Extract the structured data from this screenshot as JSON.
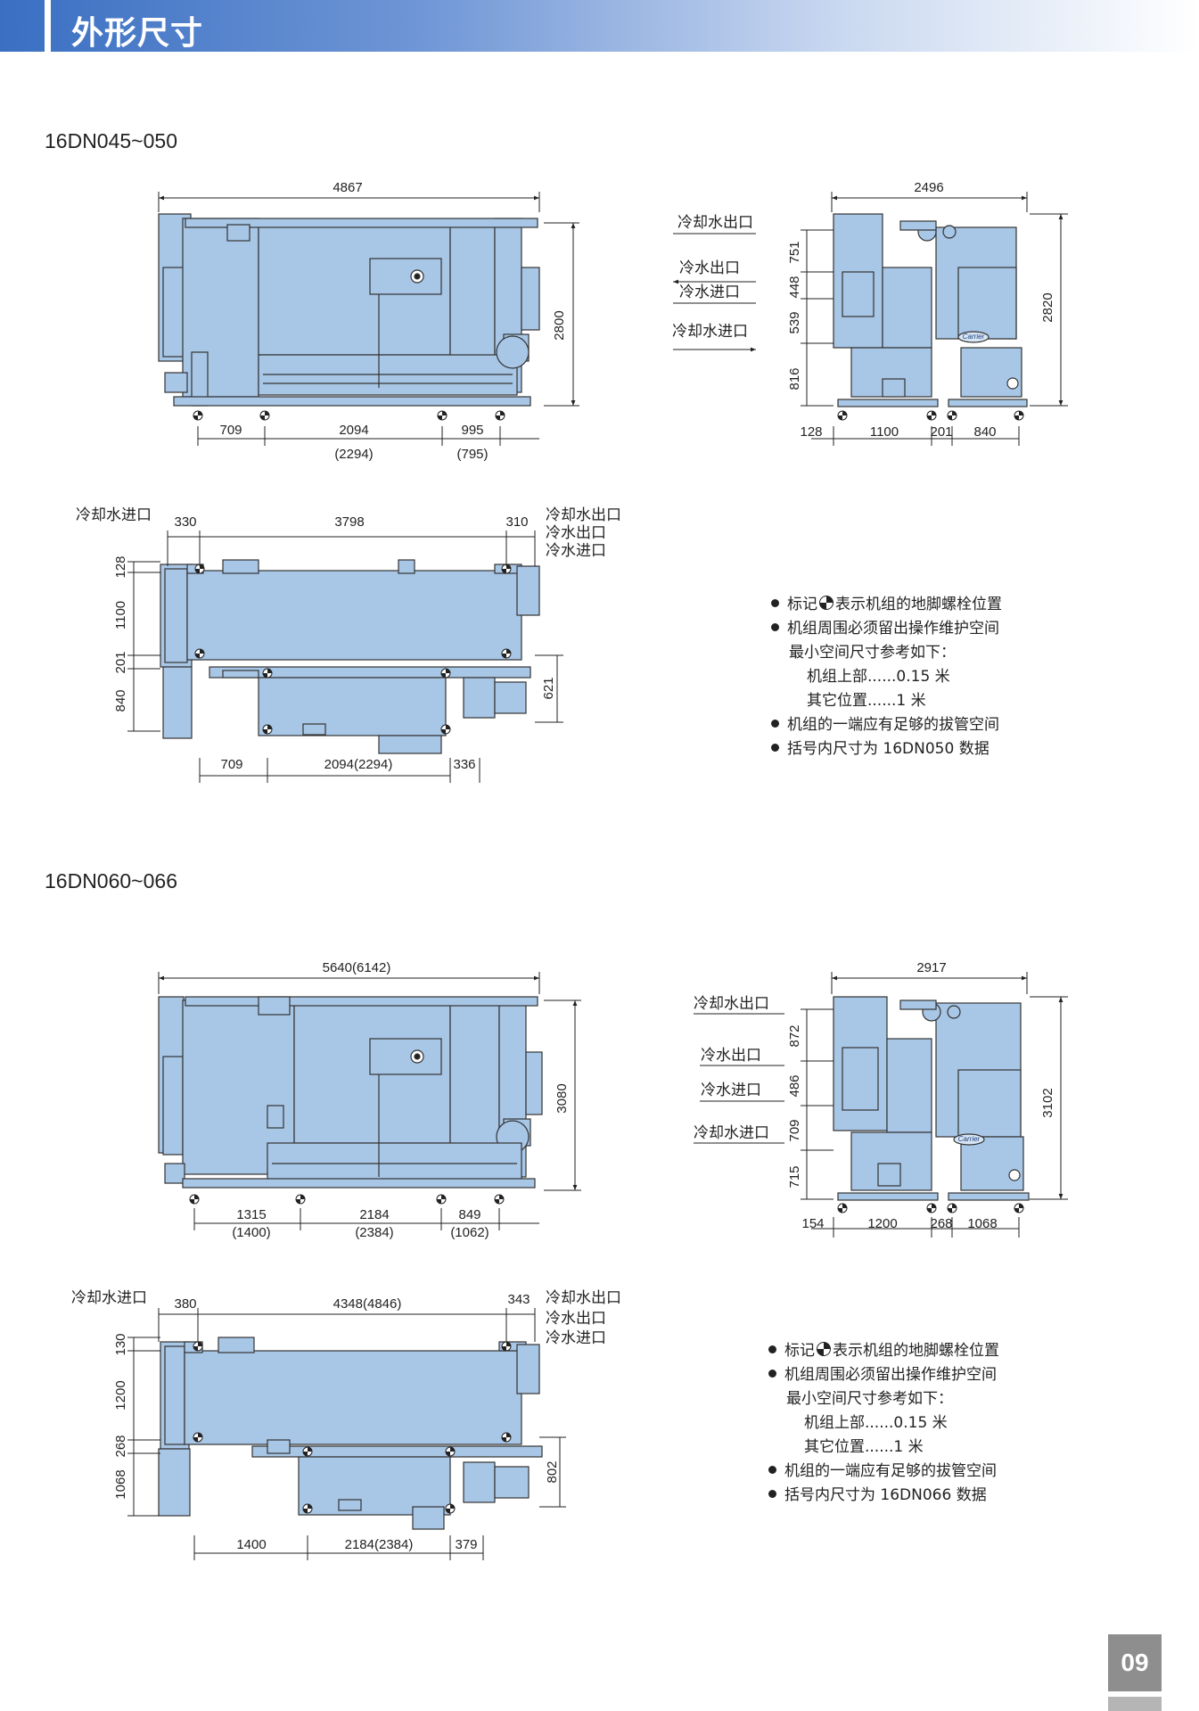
{
  "header": {
    "title": "外形尺寸"
  },
  "sections": [
    {
      "model": "16DN045~050",
      "front_view": {
        "length": "4867",
        "height": "2800",
        "bottom": [
          "709",
          "2094",
          "995"
        ],
        "bottom_alt": [
          "(2294)",
          "(795)"
        ]
      },
      "side_view": {
        "width": "2496",
        "height": "2820",
        "vertical": [
          "751",
          "448",
          "539",
          "816"
        ],
        "bottom": [
          "128",
          "1100",
          "201",
          "840"
        ],
        "pipe_labels": [
          "冷却水出口",
          "冷水出口",
          "冷水进口",
          "冷却水进口"
        ]
      },
      "top_view": {
        "left_label": "冷却水进口",
        "right_labels": [
          "冷却水出口",
          "冷水出口",
          "冷水进口"
        ],
        "top": [
          "330",
          "3798",
          "310"
        ],
        "left_vertical": [
          "128",
          "1100",
          "201",
          "840"
        ],
        "right_vertical": "621",
        "bottom": [
          "709",
          "2094(2294)",
          "336"
        ]
      },
      "notes": {
        "line1_prefix": "标记",
        "line1_suffix": "表示机组的地脚螺栓位置",
        "line2": "机组周围必须留出操作维护空间",
        "line3": "最小空间尺寸参考如下：",
        "line4": "机组上部......0.15 米",
        "line5": "其它位置......1 米",
        "line6": "机组的一端应有足够的拔管空间",
        "line7": "括号内尺寸为 16DN050 数据"
      }
    },
    {
      "model": "16DN060~066",
      "front_view": {
        "length": "5640(6142)",
        "height": "3080",
        "bottom": [
          "1315",
          "2184",
          "849"
        ],
        "bottom_alt": [
          "(1400)",
          "(2384)",
          "(1062)"
        ]
      },
      "side_view": {
        "width": "2917",
        "height": "3102",
        "vertical": [
          "872",
          "486",
          "709",
          "715"
        ],
        "bottom": [
          "154",
          "1200",
          "268",
          "1068"
        ],
        "pipe_labels": [
          "冷却水出口",
          "冷水出口",
          "冷水进口",
          "冷却水进口"
        ]
      },
      "top_view": {
        "left_label": "冷却水进口",
        "right_labels": [
          "冷却水出口",
          "冷水出口",
          "冷水进口"
        ],
        "top": [
          "380",
          "4348(4846)",
          "343"
        ],
        "left_vertical": [
          "130",
          "1200",
          "268",
          "1068"
        ],
        "right_vertical": "802",
        "bottom": [
          "1400",
          "2184(2384)",
          "379"
        ]
      },
      "notes": {
        "line1_prefix": "标记",
        "line1_suffix": "表示机组的地脚螺栓位置",
        "line2": "机组周围必须留出操作维护空间",
        "line3": "最小空间尺寸参考如下：",
        "line4": "机组上部......0.15 米",
        "line5": "其它位置......1 米",
        "line6": "机组的一端应有足够的拔管空间",
        "line7": "括号内尺寸为 16DN066 数据"
      }
    }
  ],
  "brand_badge": "Carrier",
  "page_number": "09",
  "colors": {
    "machine_fill": "#a8c6e6",
    "machine_stroke": "#333333",
    "header_blue": "#3a6fc2"
  }
}
